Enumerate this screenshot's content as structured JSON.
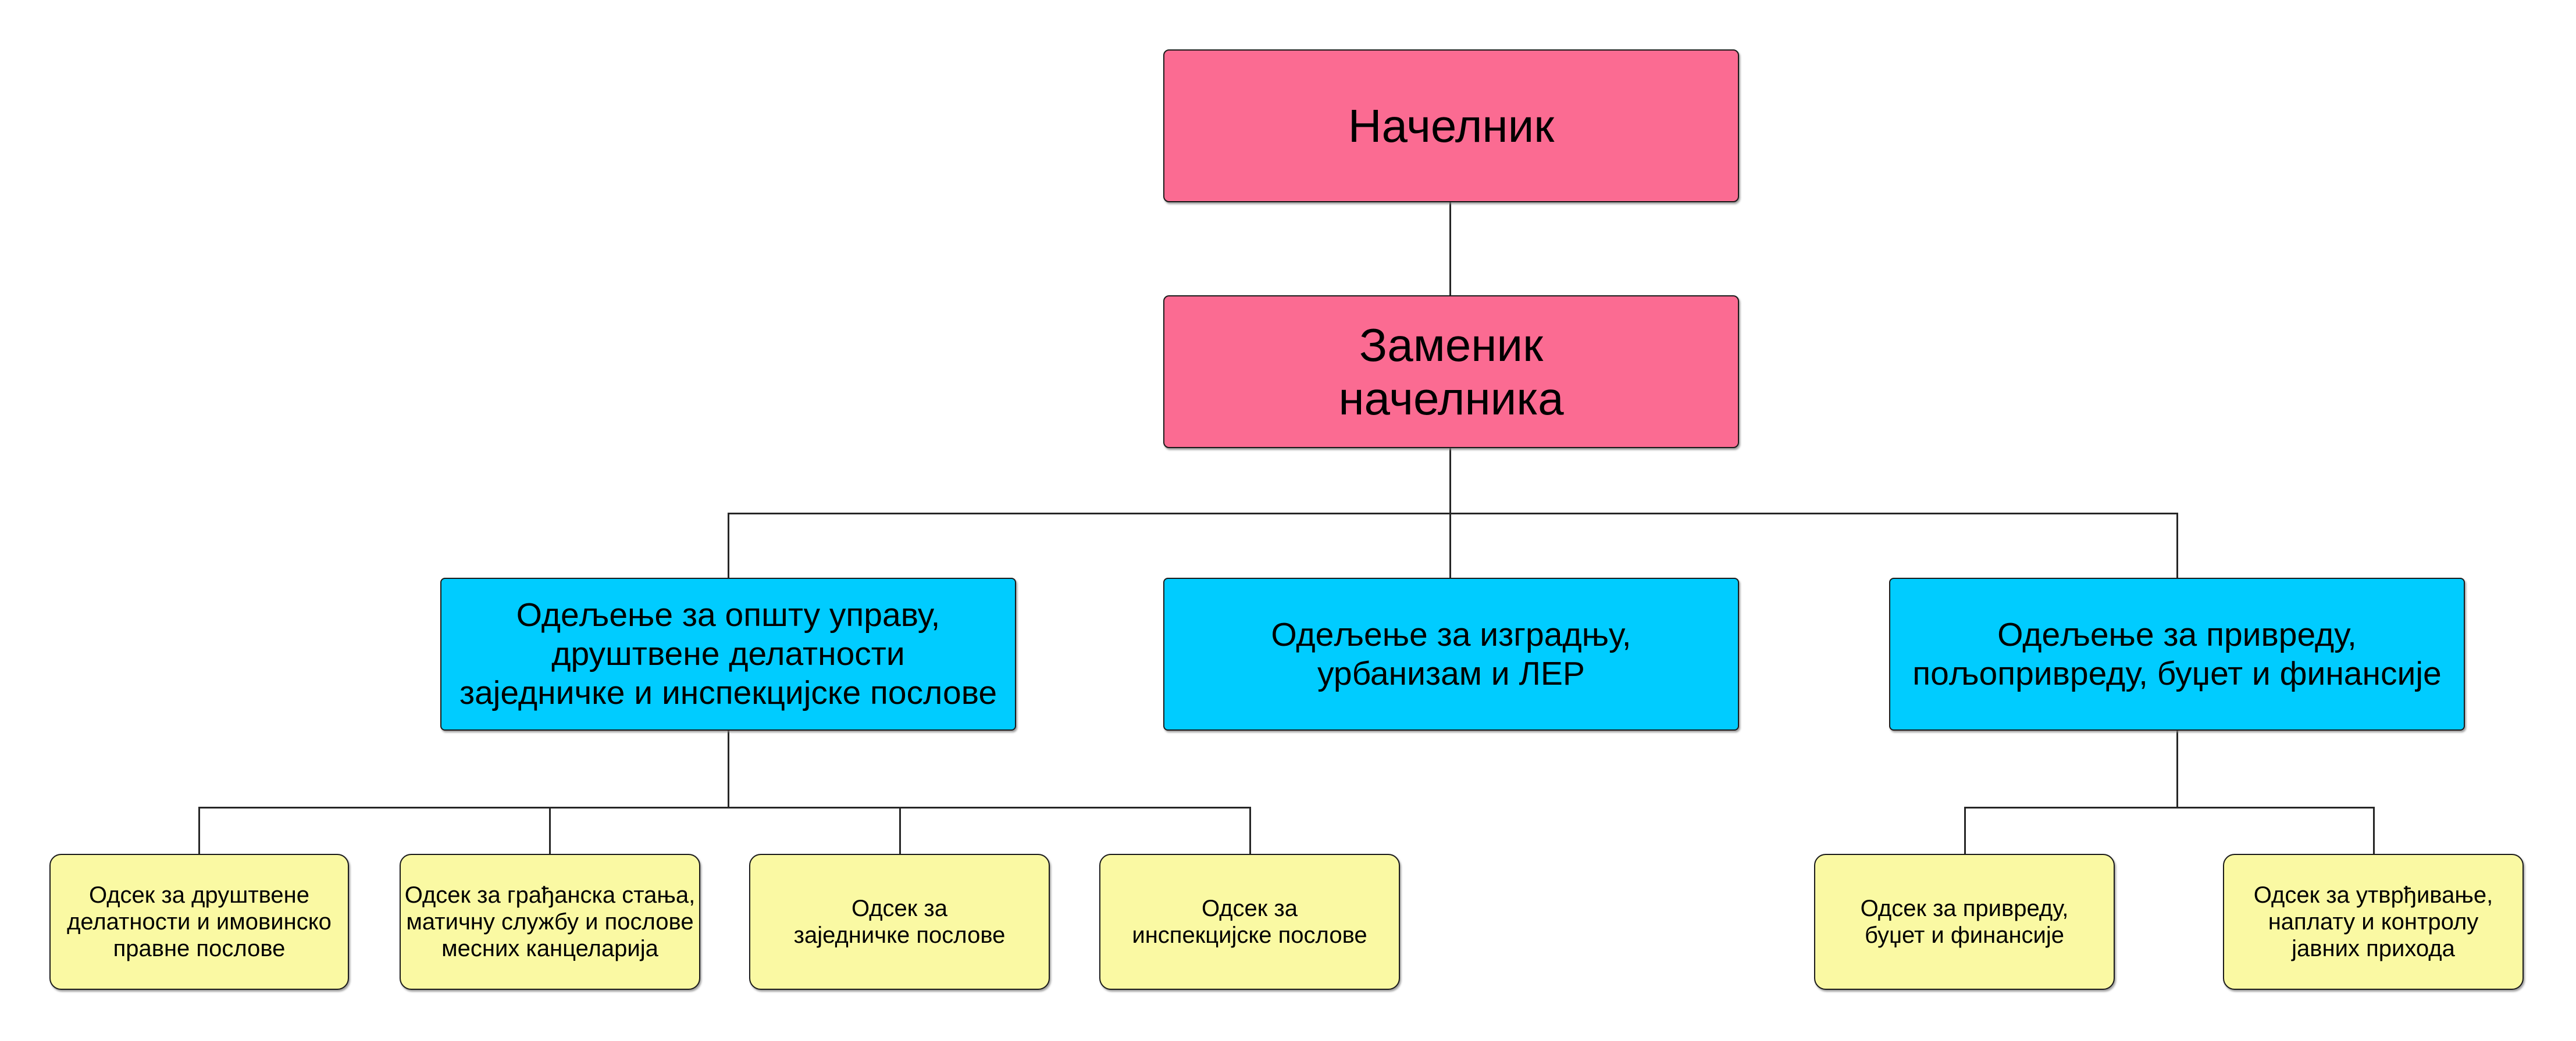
{
  "org_chart": {
    "root": {
      "label": "Начелник"
    },
    "deputy": {
      "label": "Заменик\nначелника"
    },
    "departments": [
      {
        "label": "Одељење за општу управу,\nдруштвене делатности\nзаједничке и инспекцијске послове",
        "sections": [
          {
            "label": "Одсек за друштвене\nделатности и имовинско\nправне послове"
          },
          {
            "label": "Одсек за грађанска стања,\nматичну службу и послове\nмесних канцеларија"
          },
          {
            "label": "Одсек за\nзаједничке послове"
          },
          {
            "label": "Одсек за\nинспекцијске послове"
          }
        ]
      },
      {
        "label": "Одељење за изградњу,\nурбанизам и ЛЕР",
        "sections": []
      },
      {
        "label": "Одељење за привреду,\nпољопривреду, буџет и финансије",
        "sections": [
          {
            "label": "Одсек за привреду,\nбуџет и финансије"
          },
          {
            "label": "Одсек за утврђивање,\nнаплату и контролу\nјавних прихода"
          }
        ]
      }
    ],
    "colors": {
      "executive": "#FB6B92",
      "department": "#00CCFF",
      "section": "#FAF9A3",
      "line": "#262626"
    }
  }
}
